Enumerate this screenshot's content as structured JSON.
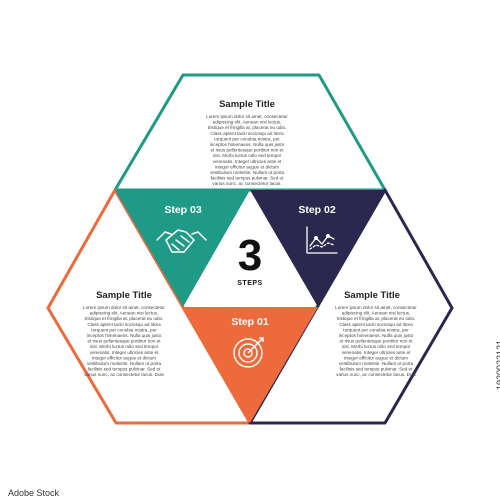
{
  "colors": {
    "teal": "#1e9a87",
    "navy": "#2b2850",
    "orange": "#ef6a3b",
    "text": "#222222"
  },
  "center": {
    "number": "3",
    "label": "STEPS"
  },
  "panels": {
    "top": {
      "title": "Sample Title",
      "lines": [
        "Lorem ipsum dolor sit amet, consectetur",
        "adipiscing elit. Aenean nisi lectus,",
        "tristique et fringilla at, placerat eu odio.",
        "Class aptent taciti sociosqu ad litora",
        "torquent per conubia nostra, per",
        "inceptos himenaeos. Nulla quis justo",
        "et risus pellentesque porttitor non et",
        "nisi. Morbi luctus odio sed tempor",
        "venenatis. Integer ultricies ante et",
        "integer efficitur augue et dictum",
        "vestibulum molestie. Nullam ut porta",
        "facilisis sed tempus pulvinar. Sed et",
        "varius nunc, ac consectetur lacus."
      ]
    },
    "left": {
      "title": "Sample Title",
      "lines": [
        "Lorem ipsum dolor sit amet, consectetur",
        "adipiscing elit. Aenean nisi lectus,",
        "tristique et fringilla at, placerat eu odio.",
        "Class aptent taciti sociosqu ad litora",
        "torquent per conubia nostra, per",
        "inceptos himenaeos. Nulla quis justo",
        "et risus pellentesque porttitor non et",
        "nisi. Morbi luctus odio sed tempor",
        "venenatis. Integer ultricies ante et",
        "integer efficitur augue et dictum",
        "vestibulum molestie. Nullam ut porta",
        "facilisis sed tempus pulvinar. Sed et",
        "varius nunc, ac consectetur lacus. Duis"
      ]
    },
    "right": {
      "title": "Sample Title",
      "lines": [
        "Lorem ipsum dolor sit amet, consectetur",
        "adipiscing elit. Aenean nisi lectus,",
        "tristique et fringilla at, placerat eu odio.",
        "Class aptent taciti sociosqu ad litora",
        "torquent per conubia nostra, per",
        "inceptos himenaeos. Nulla quis justo",
        "et risus pellentesque porttitor non et",
        "nisi. Morbi luctus odio sed tempor",
        "venenatis. Integer ultricies ante et",
        "integer efficitur augue et dictum",
        "vestibulum molestie. Nullam ut porta",
        "facilisis sed tempus pulvinar. Sed et",
        "varius nunc, ac consectetur lacus. Duis"
      ]
    }
  },
  "steps": {
    "step1": {
      "label": "Step 01",
      "icon": "target-icon"
    },
    "step2": {
      "label": "Step 02",
      "icon": "line-chart-icon"
    },
    "step3": {
      "label": "Step 03",
      "icon": "handshake-icon"
    }
  },
  "watermark": {
    "id": "1920022121",
    "logo": "Adobe Stock"
  }
}
